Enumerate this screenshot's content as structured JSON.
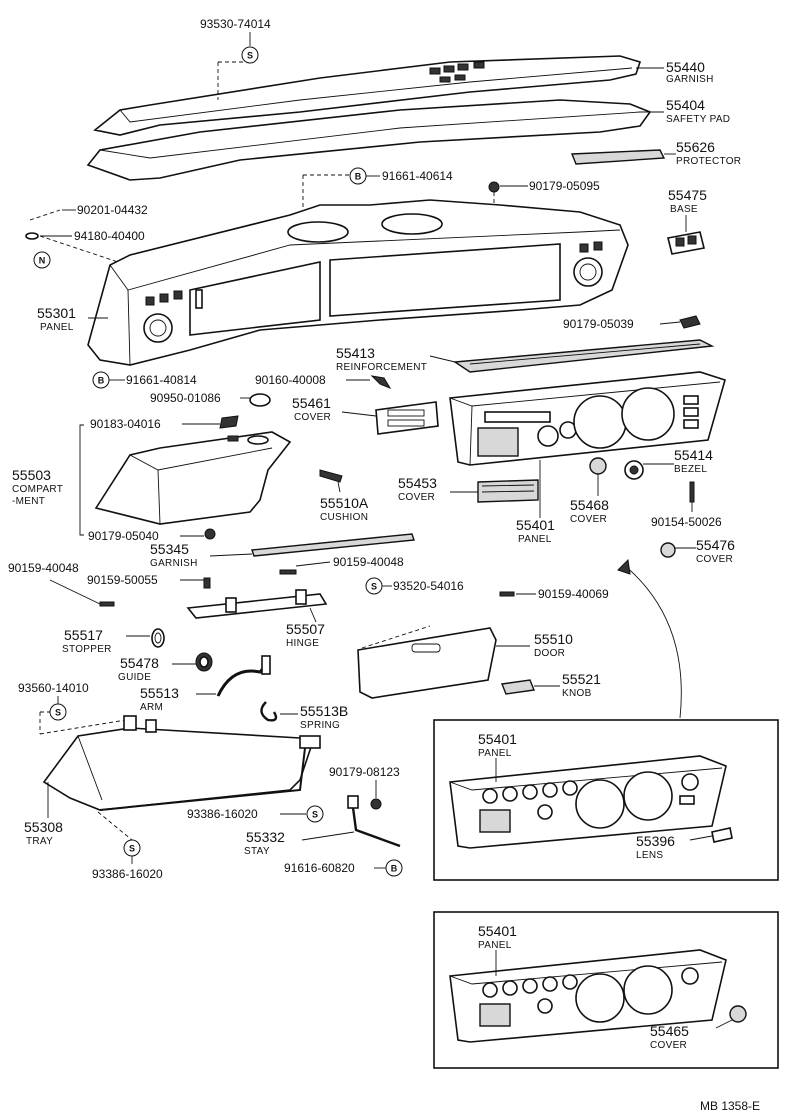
{
  "footer": "MB 1358-E",
  "labels": {
    "p93530": "93530-74014",
    "p55440": "55440",
    "n55440": "GARNISH",
    "p55404": "55404",
    "n55404": "SAFETY PAD",
    "p55626": "55626",
    "n55626": "PROTECTOR",
    "p91661a": "91661-40614",
    "p90179a": "90179-05095",
    "p55475": "55475",
    "n55475": "BASE",
    "p90201": "90201-04432",
    "p94180": "94180-40400",
    "p55301": "55301",
    "n55301": "PANEL",
    "p90179b": "90179-05039",
    "p55413": "55413",
    "n55413": "REINFORCEMENT",
    "p91661b": "91661-40814",
    "p90160": "90160-40008",
    "p90950": "90950-01086",
    "p55461": "55461",
    "n55461": "COVER",
    "p90183": "90183-04016",
    "p55503": "55503",
    "n55503a": "COMPART",
    "n55503b": "-MENT",
    "p55414": "55414",
    "n55414": "BEZEL",
    "p55453": "55453",
    "n55453": "COVER",
    "p55468": "55468",
    "n55468": "COVER",
    "p55510a": "55510A",
    "n55510a": "CUSHION",
    "p55401": "55401",
    "n55401": "PANEL",
    "p90154": "90154-50026",
    "p90179c": "90179-05040",
    "p55345": "55345",
    "n55345": "GARNISH",
    "p55476": "55476",
    "n55476": "COVER",
    "p90159a": "90159-40048",
    "p90159b": "90159-40048",
    "p90159c": "90159-50055",
    "p93520": "93520-54016",
    "p90159d": "90159-40069",
    "p55517": "55517",
    "n55517": "STOPPER",
    "p55507": "55507",
    "n55507": "HINGE",
    "p55510": "55510",
    "n55510": "DOOR",
    "p55478": "55478",
    "n55478": "GUIDE",
    "p55521": "55521",
    "n55521": "KNOB",
    "p93560": "93560-14010",
    "p55513": "55513",
    "n55513": "ARM",
    "p55513b": "55513B",
    "n55513b": "SPRING",
    "p90179d": "90179-08123",
    "p55308": "55308",
    "n55308": "TRAY",
    "p93386a": "93386-16020",
    "p55332": "55332",
    "n55332": "STAY",
    "p91616": "91616-60820",
    "p93386b": "93386-16020",
    "box1_p": "55401",
    "box1_n": "PANEL",
    "p55396": "55396",
    "n55396": "LENS",
    "box2_p": "55401",
    "box2_n": "PANEL",
    "p55465": "55465",
    "n55465": "COVER"
  },
  "symbols": {
    "s": "S",
    "b": "B",
    "n": "N"
  }
}
